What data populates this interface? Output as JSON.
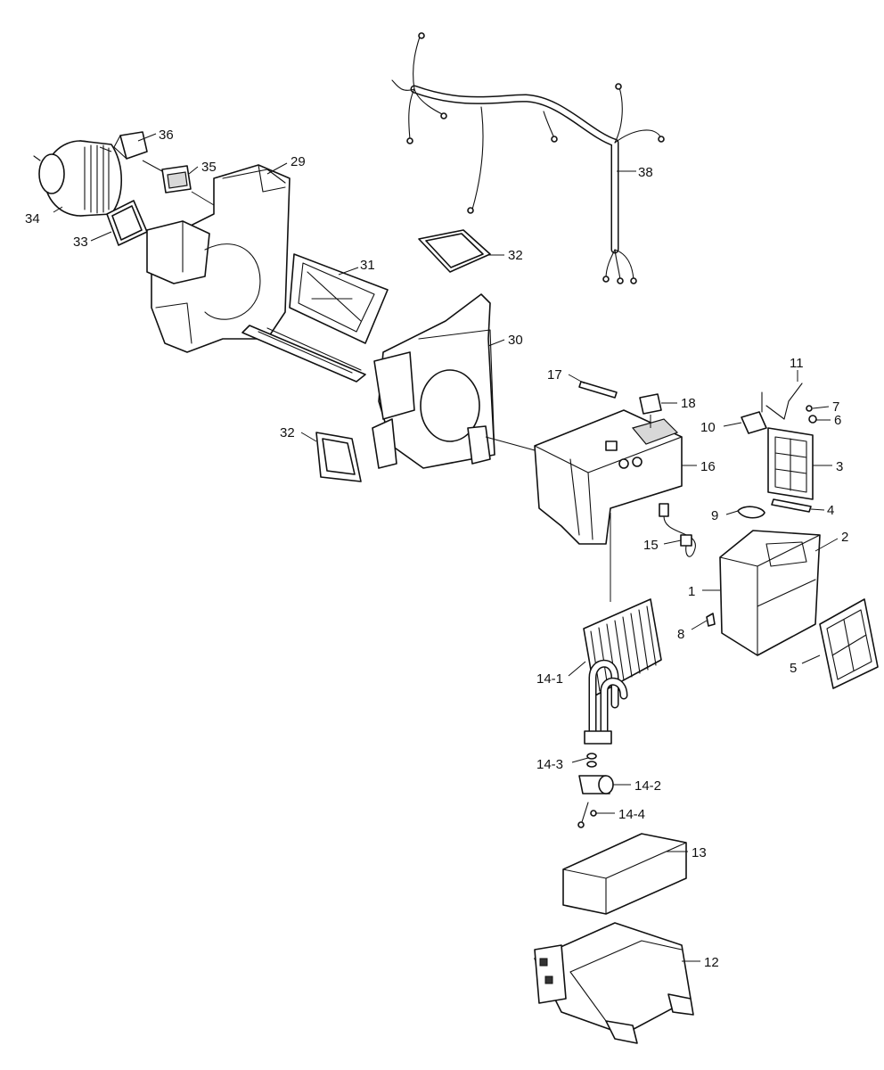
{
  "callouts": [
    {
      "id": "c38",
      "text": "38"
    },
    {
      "id": "c36",
      "text": "36"
    },
    {
      "id": "c35",
      "text": "35"
    },
    {
      "id": "c29",
      "text": "29"
    },
    {
      "id": "c34",
      "text": "34"
    },
    {
      "id": "c33",
      "text": "33"
    },
    {
      "id": "c32a",
      "text": "32"
    },
    {
      "id": "c31",
      "text": "31"
    },
    {
      "id": "c30",
      "text": "30"
    },
    {
      "id": "c32b",
      "text": "32"
    },
    {
      "id": "c17",
      "text": "17"
    },
    {
      "id": "c18",
      "text": "18"
    },
    {
      "id": "c16",
      "text": "16"
    },
    {
      "id": "c11",
      "text": "11"
    },
    {
      "id": "c7",
      "text": "7"
    },
    {
      "id": "c10",
      "text": "10"
    },
    {
      "id": "c6",
      "text": "6"
    },
    {
      "id": "c3",
      "text": "3"
    },
    {
      "id": "c4",
      "text": "4"
    },
    {
      "id": "c2",
      "text": "2"
    },
    {
      "id": "c9",
      "text": "9"
    },
    {
      "id": "c15",
      "text": "15"
    },
    {
      "id": "c1",
      "text": "1"
    },
    {
      "id": "c8",
      "text": "8"
    },
    {
      "id": "c5",
      "text": "5"
    },
    {
      "id": "c14-1",
      "text": "14-1"
    },
    {
      "id": "c14-3",
      "text": "14-3"
    },
    {
      "id": "c14-2",
      "text": "14-2"
    },
    {
      "id": "c14-4",
      "text": "14-4"
    },
    {
      "id": "c13",
      "text": "13"
    },
    {
      "id": "c12",
      "text": "12"
    }
  ]
}
